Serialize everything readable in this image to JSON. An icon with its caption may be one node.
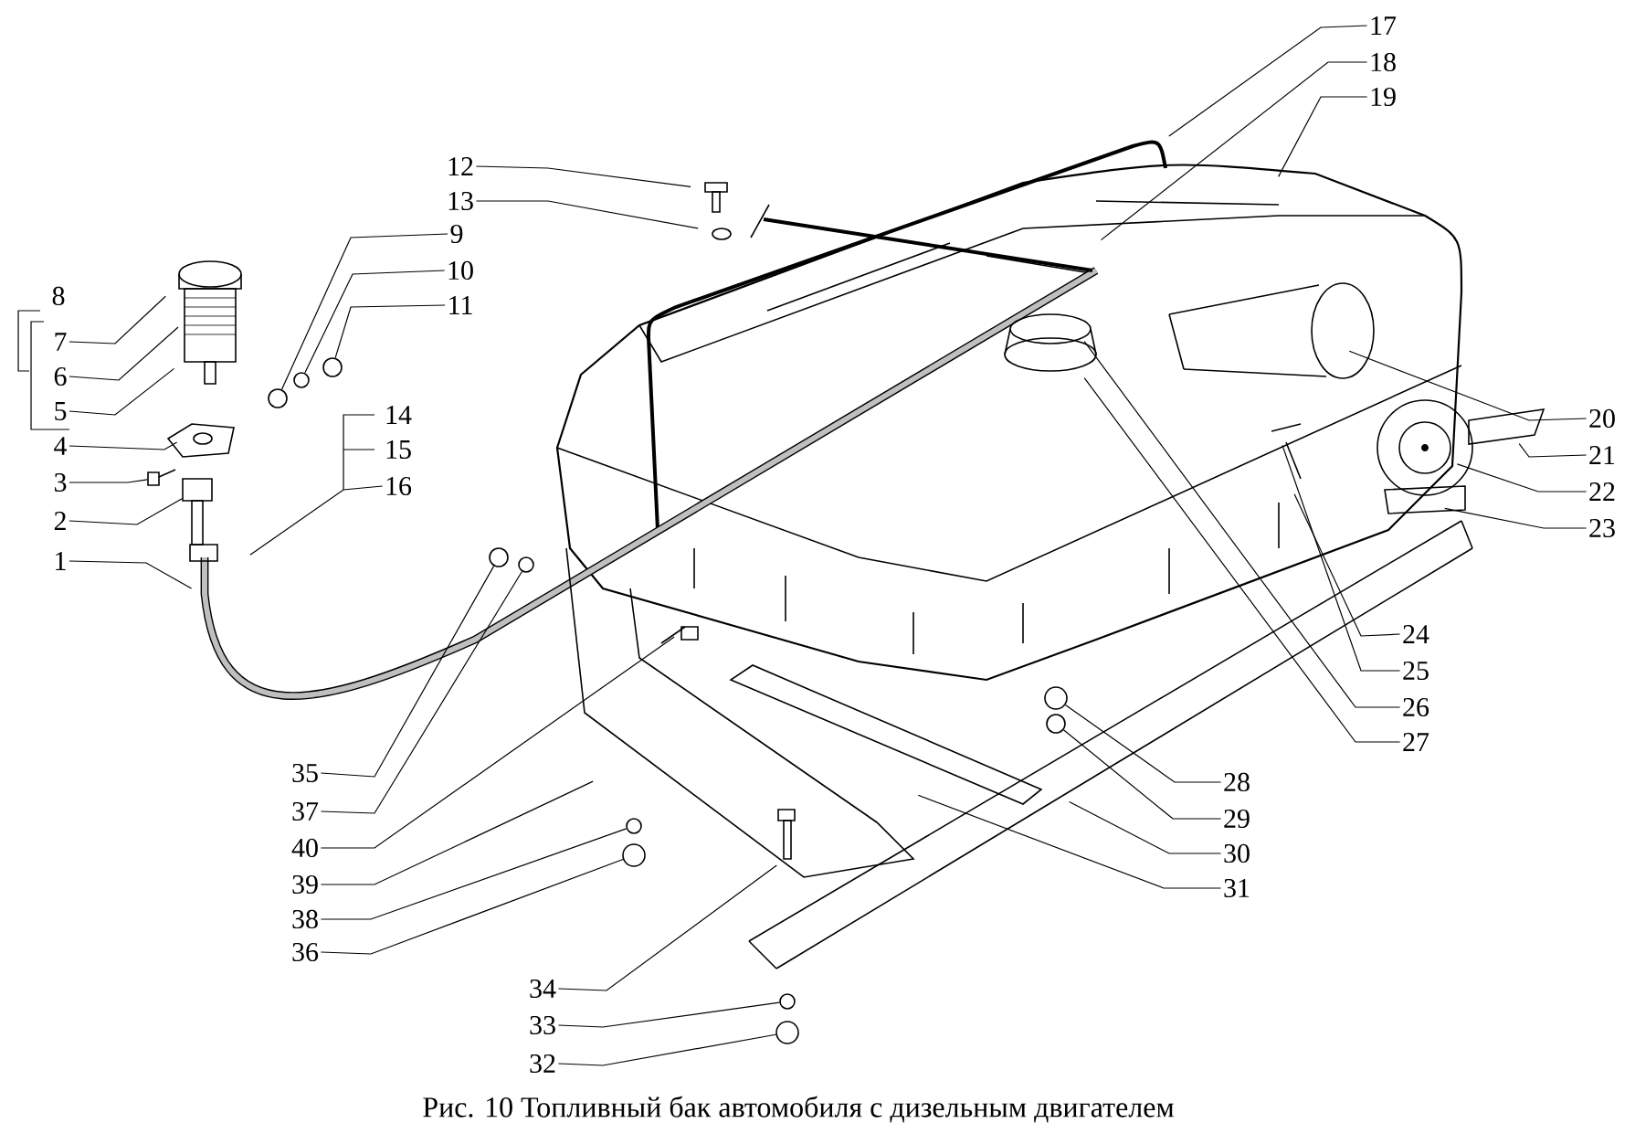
{
  "diagram": {
    "caption": "Рис. 10 Топливный бак автомобиля с дизельным двигателем",
    "nodes": [
      {
        "text": [
          "1"
        ]
      },
      {
        "text": [
          "2"
        ]
      },
      {
        "text": [
          "3"
        ]
      },
      {
        "text": [
          "4"
        ]
      },
      {
        "text": [
          "5"
        ]
      },
      {
        "text": [
          "6"
        ]
      },
      {
        "text": [
          "7"
        ]
      },
      {
        "text": [
          "8"
        ]
      },
      {
        "text": [
          "9"
        ]
      },
      {
        "text": [
          "10"
        ]
      },
      {
        "text": [
          "11"
        ]
      },
      {
        "text": [
          "12"
        ]
      },
      {
        "text": [
          "13"
        ]
      },
      {
        "text": [
          "14"
        ]
      },
      {
        "text": [
          "15"
        ]
      },
      {
        "text": [
          "16"
        ]
      },
      {
        "text": [
          "17"
        ]
      },
      {
        "text": [
          "18"
        ]
      },
      {
        "text": [
          "19"
        ]
      },
      {
        "text": [
          "20"
        ]
      },
      {
        "text": [
          "21"
        ]
      },
      {
        "text": [
          "22"
        ]
      },
      {
        "text": [
          "23"
        ]
      },
      {
        "text": [
          "24"
        ]
      },
      {
        "text": [
          "25"
        ]
      },
      {
        "text": [
          "26"
        ]
      },
      {
        "text": [
          "27"
        ]
      },
      {
        "text": [
          "28"
        ]
      },
      {
        "text": [
          "29"
        ]
      },
      {
        "text": [
          "30"
        ]
      },
      {
        "text": [
          "31"
        ]
      },
      {
        "text": [
          "32"
        ]
      },
      {
        "text": [
          "33"
        ]
      },
      {
        "text": [
          "34"
        ]
      },
      {
        "text": [
          "35"
        ]
      },
      {
        "text": [
          "36"
        ]
      },
      {
        "text": [
          "37"
        ]
      },
      {
        "text": [
          "38"
        ]
      },
      {
        "text": [
          "39"
        ]
      },
      {
        "text": [
          "40"
        ]
      },
      {
        "text": [],
        "shape": "box"
      },
      {
        "text": [],
        "shape": "box"
      },
      {
        "text": [],
        "shape": "circle"
      },
      {
        "text": [],
        "shape": "circle"
      },
      {
        "text": [],
        "shape": "circle"
      },
      {
        "text": [],
        "shape": "circle"
      },
      {
        "text": [],
        "shape": "circle"
      },
      {
        "text": [],
        "shape": "circle"
      },
      {
        "text": [],
        "shape": "circle"
      },
      {
        "text": [],
        "shape": "circle"
      },
      {
        "text": [],
        "shape": "circle"
      },
      {
        "text": [],
        "shape": "circle"
      },
      {
        "text": [],
        "shape": "circle"
      }
    ],
    "edges": [
      {
        "from": 0,
        "to": null,
        "arrow": "none"
      },
      {
        "from": 1,
        "to": 40,
        "arrow": "none"
      },
      {
        "from": 2,
        "to": 41,
        "arrow": "none"
      },
      {
        "from": 3,
        "to": null,
        "arrow": "none"
      },
      {
        "from": 4,
        "to": null,
        "arrow": "none"
      },
      {
        "from": 5,
        "to": null,
        "arrow": "none"
      },
      {
        "from": 6,
        "to": null,
        "arrow": "none"
      },
      {
        "from": 8,
        "to": 42,
        "arrow": "none"
      },
      {
        "from": 9,
        "to": 43,
        "arrow": "none"
      },
      {
        "from": 10,
        "to": 44,
        "arrow": "none"
      },
      {
        "from": 11,
        "to": null,
        "arrow": "none"
      },
      {
        "from": 12,
        "to": null,
        "arrow": "none"
      },
      {
        "from": 15,
        "to": null,
        "arrow": "none"
      },
      {
        "from": 16,
        "to": null,
        "arrow": "none"
      },
      {
        "from": 17,
        "to": null,
        "arrow": "none"
      },
      {
        "from": 18,
        "to": null,
        "arrow": "none"
      },
      {
        "from": 19,
        "to": null,
        "arrow": "none"
      },
      {
        "from": 20,
        "to": null,
        "arrow": "none"
      },
      {
        "from": 21,
        "to": null,
        "arrow": "none"
      },
      {
        "from": 22,
        "to": null,
        "arrow": "none"
      },
      {
        "from": 23,
        "to": null,
        "arrow": "none"
      },
      {
        "from": 24,
        "to": null,
        "arrow": "none"
      },
      {
        "from": 25,
        "to": null,
        "arrow": "none"
      },
      {
        "from": 26,
        "to": null,
        "arrow": "none"
      },
      {
        "from": 27,
        "to": 51,
        "arrow": "none"
      },
      {
        "from": 28,
        "to": 52,
        "arrow": "none"
      },
      {
        "from": 29,
        "to": null,
        "arrow": "none"
      },
      {
        "from": 30,
        "to": null,
        "arrow": "none"
      },
      {
        "from": 31,
        "to": 50,
        "arrow": "none"
      },
      {
        "from": 32,
        "to": 49,
        "arrow": "none"
      },
      {
        "from": 33,
        "to": null,
        "arrow": "none"
      },
      {
        "from": 34,
        "to": 45,
        "arrow": "none"
      },
      {
        "from": 35,
        "to": 48,
        "arrow": "none"
      },
      {
        "from": 36,
        "to": 46,
        "arrow": "none"
      },
      {
        "from": 37,
        "to": 47,
        "arrow": "none"
      },
      {
        "from": 38,
        "to": null,
        "arrow": "none"
      },
      {
        "from": 39,
        "to": null,
        "arrow": "none"
      }
    ]
  }
}
